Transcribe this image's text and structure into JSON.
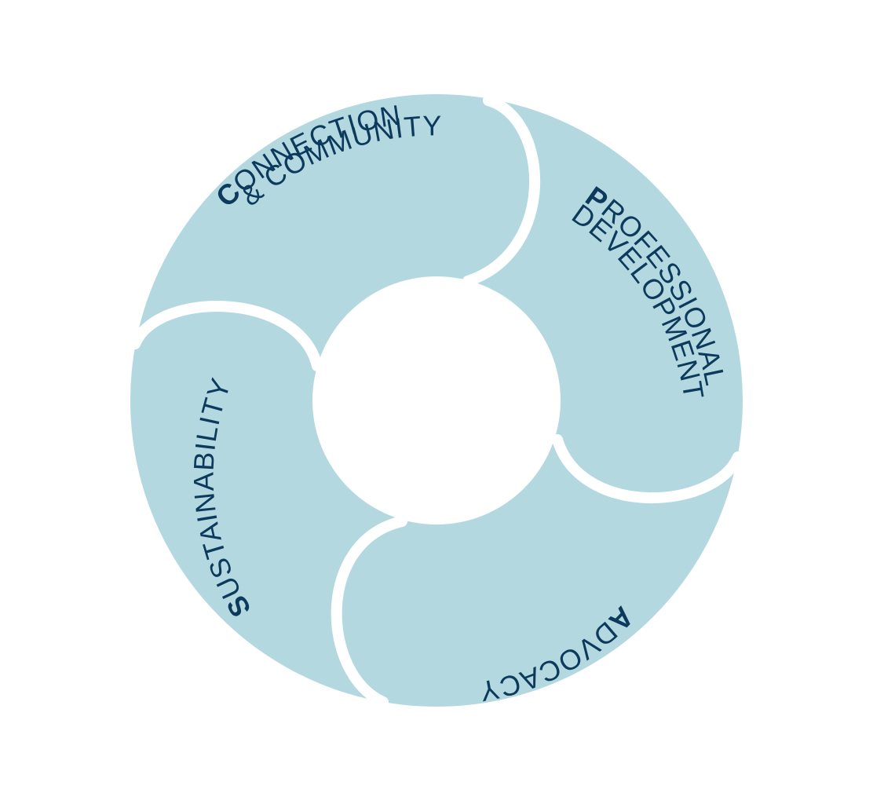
{
  "colors": {
    "background": "#ffffff",
    "segment_fill": "#b3d8df",
    "separator": "#ffffff",
    "text": "#0d3a5c"
  },
  "segments": [
    {
      "id": "connection",
      "initial": "C",
      "line1_rest": "ONNECTION",
      "line2": "& COMMUNITY"
    },
    {
      "id": "professional",
      "initial": "P",
      "line1_rest": "ROFESSIONAL",
      "line2": "DEVELOPMENT"
    },
    {
      "id": "advocacy",
      "initial": "A",
      "line1_rest": "DVOCACY"
    },
    {
      "id": "sustainability",
      "initial": "S",
      "line1_rest": "USTAINABILITY"
    }
  ]
}
